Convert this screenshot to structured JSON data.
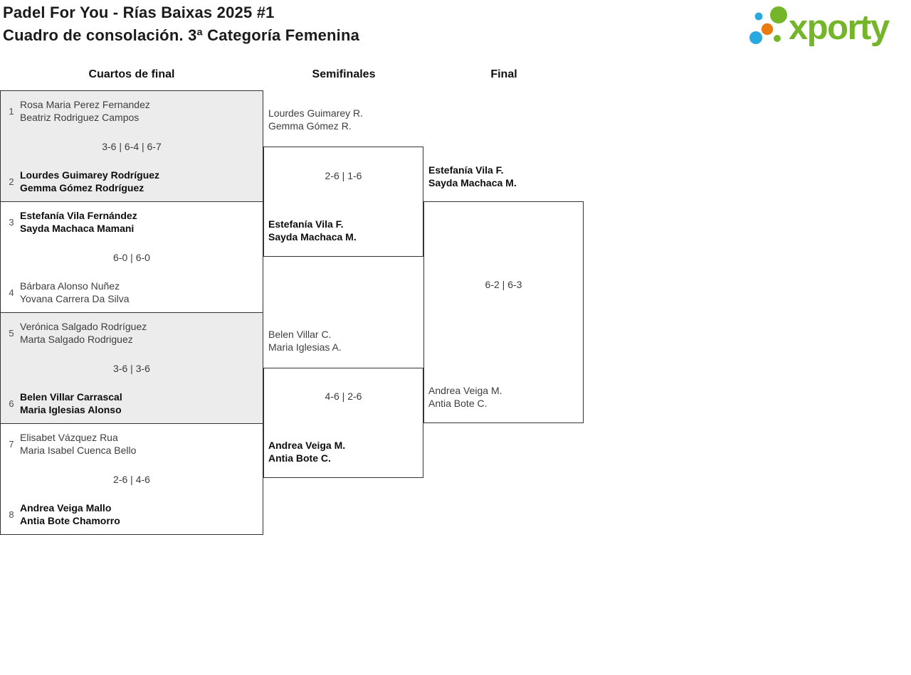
{
  "header": {
    "title_line1": "Padel For You - Rías Baixas 2025 #1",
    "title_line2": "Cuadro de consolación. 3ª Categoría Femenina",
    "logo_text": "xporty",
    "logo_colors": {
      "green": "#74b52a",
      "blue": "#2aa9e0",
      "orange": "#e87c10"
    }
  },
  "columns": {
    "quarterfinals": "Cuartos de final",
    "semifinals": "Semifinales",
    "final": "Final"
  },
  "qf": [
    {
      "seed_a": "1",
      "team_a": [
        "Rosa Maria Perez Fernandez",
        "Beatriz Rodriguez Campos"
      ],
      "score": "3-6 | 6-4 | 6-7",
      "seed_b": "2",
      "team_b": [
        "Lourdes Guimarey Rodríguez",
        "Gemma Gómez Rodríguez"
      ],
      "winner": "b"
    },
    {
      "seed_a": "3",
      "team_a": [
        "Estefanía Vila Fernández",
        "Sayda Machaca Mamani"
      ],
      "score": "6-0 | 6-0",
      "seed_b": "4",
      "team_b": [
        "Bárbara Alonso Nuñez",
        "Yovana Carrera Da Silva"
      ],
      "winner": "a"
    },
    {
      "seed_a": "5",
      "team_a": [
        "Verónica Salgado Rodríguez",
        "Marta Salgado Rodriguez"
      ],
      "score": "3-6 | 3-6",
      "seed_b": "6",
      "team_b": [
        "Belen Villar Carrascal",
        "Maria Iglesias Alonso"
      ],
      "winner": "b"
    },
    {
      "seed_a": "7",
      "team_a": [
        "Elisabet Vázquez Rua",
        "Maria Isabel Cuenca Bello"
      ],
      "score": "2-6 | 4-6",
      "seed_b": "8",
      "team_b": [
        "Andrea Veiga Mallo",
        "Antia Bote Chamorro"
      ],
      "winner": "b"
    }
  ],
  "sf": [
    {
      "team_a": [
        "Lourdes Guimarey R.",
        "Gemma Gómez R."
      ],
      "score": "2-6 | 1-6",
      "team_b": [
        "Estefanía Vila F.",
        "Sayda Machaca M."
      ],
      "winner": "b"
    },
    {
      "team_a": [
        "Belen Villar C.",
        "Maria Iglesias A."
      ],
      "score": "4-6 | 2-6",
      "team_b": [
        "Andrea Veiga M.",
        "Antia Bote C."
      ],
      "winner": "b"
    }
  ],
  "final": {
    "team_a": [
      "Estefanía Vila F.",
      "Sayda Machaca M."
    ],
    "score": "6-2 | 6-3",
    "team_b": [
      "Andrea Veiga M.",
      "Antia Bote C."
    ],
    "winner": "a"
  }
}
